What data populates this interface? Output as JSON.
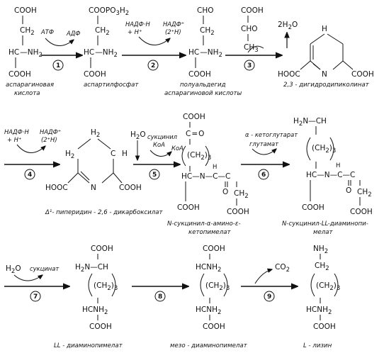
{
  "compounds": {
    "c1": {
      "lines": [
        "COOH",
        "CH",
        "HC",
        "NH",
        "COOH"
      ],
      "subs": [
        "2",
        "2"
      ],
      "caption": [
        "аспарагиновая",
        "кислота"
      ]
    },
    "c2": {
      "lines": [
        "COOPO",
        "H",
        "CH",
        "HC",
        "NH",
        "COOH"
      ],
      "subs": [
        "3",
        "2",
        "2",
        "2"
      ],
      "caption": [
        "аспартилфосфат"
      ]
    },
    "c3": {
      "lines": [
        "CHO",
        "CH",
        "HC",
        "NH",
        "COOH"
      ],
      "subs": [
        "2",
        "2"
      ],
      "caption": [
        "полуальдегид",
        "аспарагиновой кислоты"
      ]
    },
    "c4": {
      "atoms": [
        "HOOC",
        "N",
        "COOH",
        "H"
      ],
      "caption": [
        "2,3 - дигидродипиколинат"
      ]
    },
    "c5": {
      "atoms": [
        "H",
        "H",
        "HOOC",
        "N",
        "COOH"
      ],
      "subs": [
        "2",
        "2"
      ],
      "caption": [
        "Δ¹- пиперидин - 2,6 - дикарбоксилат"
      ]
    },
    "c6": {
      "lines": [
        "COOH",
        "C",
        "O",
        "CH",
        "HC",
        "N",
        "C",
        "H",
        "O",
        "CH",
        "COOH",
        "COOH"
      ],
      "subs": [
        "2",
        "3",
        "2",
        "2"
      ],
      "caption": [
        "N-сукцинил-α-амино-ε-",
        "кетопимелат"
      ]
    },
    "c7": {
      "lines": [
        "H",
        "N",
        "CH",
        "CH",
        "HC",
        "N",
        "C",
        "H",
        "O",
        "CH",
        "COOH",
        "COOH"
      ],
      "subs": [
        "2",
        "2",
        "3",
        "2"
      ],
      "caption": [
        "N-сукцинил-LL-диаминопи-",
        "мелат"
      ]
    },
    "c8": {
      "lines": [
        "COOH",
        "H",
        "N",
        "CH",
        "CH",
        "HC",
        "NH",
        "COOH"
      ],
      "subs": [
        "2",
        "2",
        "3",
        "2"
      ],
      "caption": [
        "LL - диаминопимелат"
      ]
    },
    "c9": {
      "lines": [
        "COOH",
        "HCNH",
        "CH",
        "HCNH",
        "COOH"
      ],
      "subs": [
        "2",
        "2",
        "3",
        "2"
      ],
      "caption": [
        "мезо - диаминопимелат"
      ]
    },
    "c10": {
      "lines": [
        "NH",
        "CH",
        "CH",
        "HCNH",
        "COOH"
      ],
      "subs": [
        "2",
        "2",
        "2",
        "3",
        "2"
      ],
      "caption": [
        "L - лизин"
      ]
    }
  },
  "steps": {
    "s1": {
      "num": "1",
      "in": "АТФ",
      "out": "АДФ"
    },
    "s2": {
      "num": "2",
      "in": [
        "НАДФ·Н",
        "+ Н⁺"
      ],
      "out": [
        "НАДФ⁺",
        "(2⁺H)"
      ]
    },
    "s3": {
      "num": "3",
      "reagent": [
        "COOH",
        "CHO",
        "CH"
      ],
      "subs": [
        "3"
      ],
      "out": "2H",
      "out_sub": "2",
      "out_o": "O"
    },
    "s4": {
      "num": "4",
      "in": [
        "НАДФ·Н",
        "+ Н⁺"
      ],
      "out": [
        "НАДФ⁺",
        "(2⁺H)"
      ]
    },
    "s5": {
      "num": "5",
      "water": "H",
      "water_sub": "2",
      "water_o": "O",
      "in": [
        "сукцинил",
        "КоА"
      ],
      "out": "КоА"
    },
    "s6": {
      "num": "6",
      "in": "α - кетоглутарат",
      "out": "глутамат"
    },
    "s7": {
      "num": "7",
      "water": "H",
      "water_sub": "2",
      "water_o": "O",
      "out": "сукцинат"
    },
    "s8": {
      "num": "8"
    },
    "s9": {
      "num": "9",
      "out": "CO",
      "out_sub": "2"
    }
  }
}
